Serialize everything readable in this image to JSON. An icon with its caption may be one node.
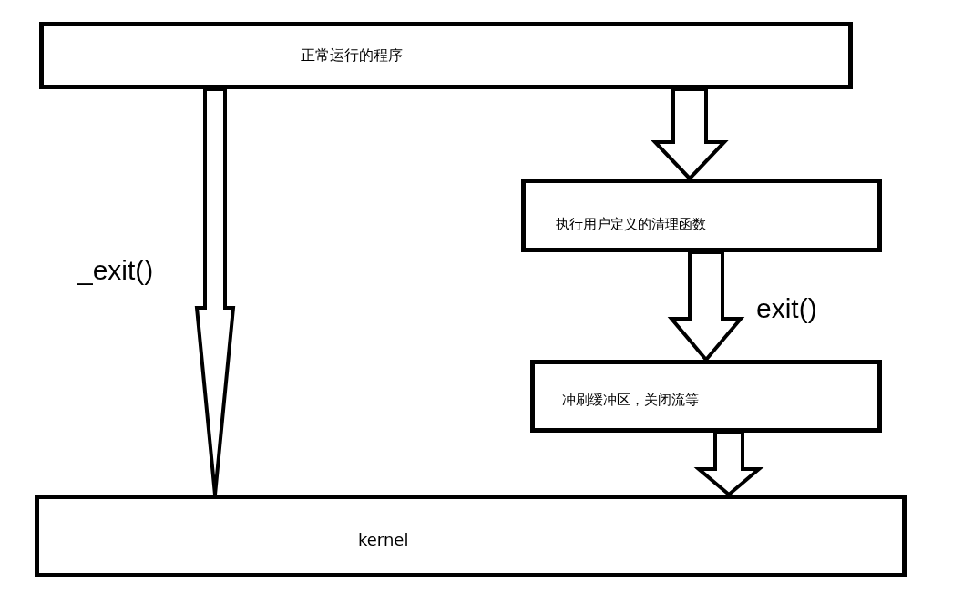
{
  "diagram": {
    "nodes": [
      {
        "text": [
          "正常运行的程序"
        ]
      },
      {
        "text": [
          "执行用户定义的清理函数"
        ]
      },
      {
        "text": [
          "冲刷缓冲区，关闭流等"
        ]
      },
      {
        "text": [
          "kernel"
        ]
      }
    ],
    "edges": [
      {
        "from": 0,
        "to": 3,
        "arrow": "to",
        "label": "_exit()"
      },
      {
        "from": 0,
        "to": 1,
        "arrow": "to"
      },
      {
        "from": 1,
        "to": 2,
        "arrow": "to",
        "label": "exit()"
      },
      {
        "from": 2,
        "to": 3,
        "arrow": "to"
      }
    ]
  }
}
